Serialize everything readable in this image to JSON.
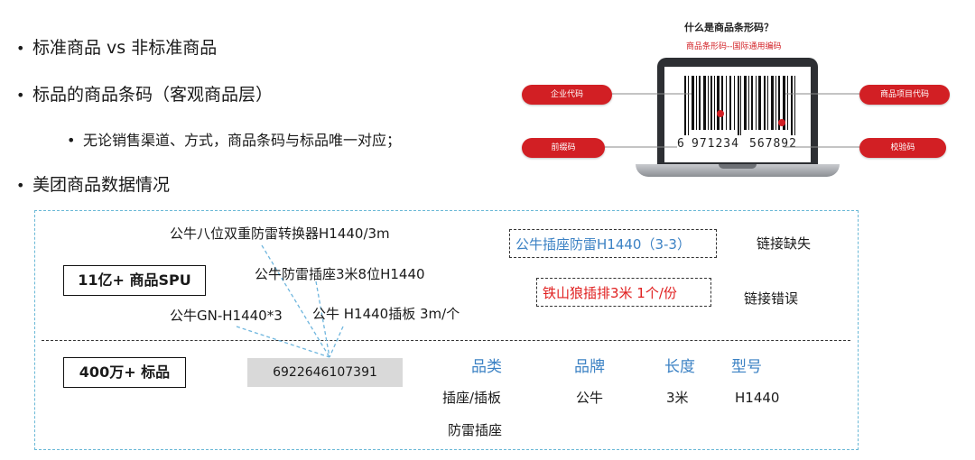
{
  "bullets": [
    {
      "text": "标准商品 vs 非标准商品"
    },
    {
      "text": "标品的商品条码（客观商品层）"
    },
    {
      "text": "无论销售渠道、方式，商品条码与标品唯一对应；"
    },
    {
      "text": "美团商品数据情况"
    }
  ],
  "bullet_glyph": "•",
  "barcode_graphic": {
    "title": "什么是商品条形码？",
    "subtitle": "商品条形码--国际通用编码",
    "labels": {
      "company_code": "企业代码",
      "item_code": "商品项目代码",
      "prefix_code": "前缀码",
      "check_code": "校验码"
    },
    "digits_left": "6",
    "digits_mid": "971234",
    "digits_right": "567892",
    "accent_color": "#d21f24"
  },
  "spu": {
    "tag": "11亿+ 商品SPU",
    "items": [
      "公牛八位双重防雷转换器H1440/3m",
      "公牛防雷插座3米8位H1440",
      "公牛GN-H1440*3",
      "公牛 H1440插板 3m/个"
    ],
    "missing_link": {
      "text": "公牛插座防雷H1440（3-3）",
      "note": "链接缺失",
      "color": "#3c82c4"
    },
    "wrong_link": {
      "text": "铁山狼插排3米 1个/份",
      "note": "链接错误",
      "color": "#e02020"
    }
  },
  "standard": {
    "tag": "400万+ 标品",
    "barcode": "6922646107391",
    "attributes": [
      {
        "name": "品类",
        "values": [
          "插座/插板",
          "防雷插座"
        ]
      },
      {
        "name": "品牌",
        "values": [
          "公牛"
        ]
      },
      {
        "name": "长度",
        "values": [
          "3米"
        ]
      },
      {
        "name": "型号",
        "values": [
          "H1440"
        ]
      }
    ]
  }
}
